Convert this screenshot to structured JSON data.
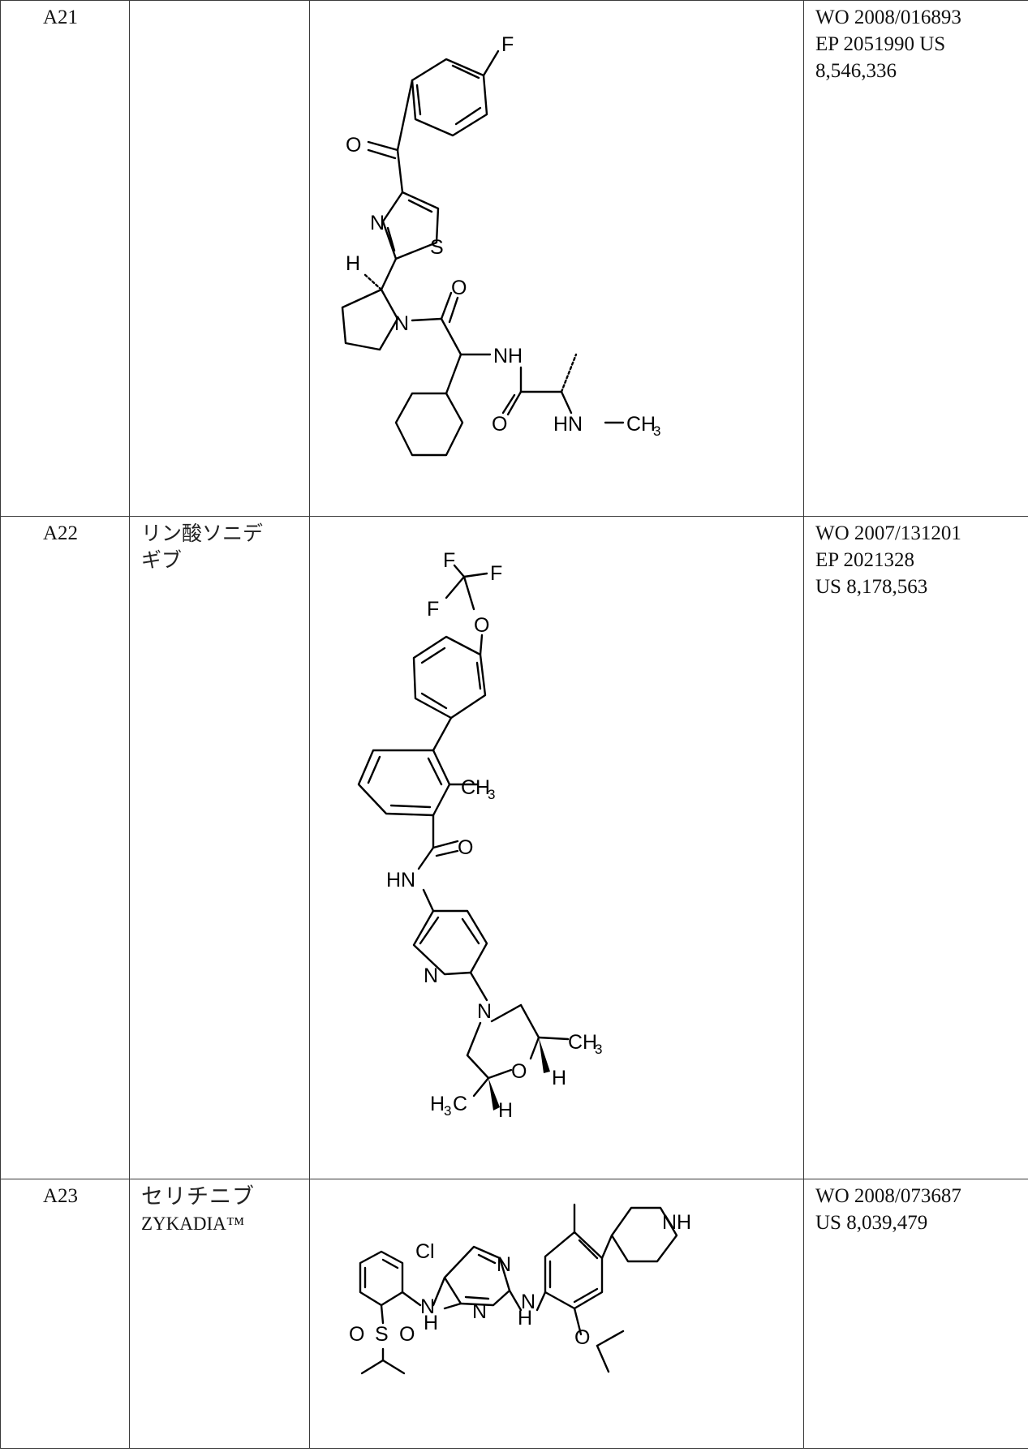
{
  "rows": [
    {
      "id": "A21",
      "name_lines": [],
      "references": [
        "WO 2008/016893",
        "EP 2051990 US",
        "8,546,336"
      ]
    },
    {
      "id": "A22",
      "name_lines": [
        "リン酸ソニデ",
        "ギブ"
      ],
      "references": [
        "WO 2007/131201",
        "EP 2021328",
        "US 8,178,563"
      ]
    },
    {
      "id": "A23",
      "name_lines": [
        "セリチニブ",
        "ZYKADIA™"
      ],
      "references": [
        "WO 2008/073687",
        "US 8,039,479"
      ]
    }
  ],
  "structures": {
    "a21": {
      "atoms": [
        "F",
        "O",
        "N",
        "S",
        "H",
        "N",
        "O",
        "NH",
        "O",
        "HN",
        "CH",
        "3"
      ]
    },
    "a22": {
      "atoms": [
        "F",
        "F",
        "F",
        "O",
        "CH",
        "3",
        "O",
        "HN",
        "N",
        "N",
        "O",
        "CH",
        "3",
        "H",
        "H",
        "3",
        "C",
        "H"
      ]
    },
    "a23": {
      "atoms": [
        "NH",
        "Cl",
        "N",
        "N",
        "H",
        "N",
        "H",
        "N",
        "O",
        "S",
        "O",
        "O"
      ]
    }
  }
}
